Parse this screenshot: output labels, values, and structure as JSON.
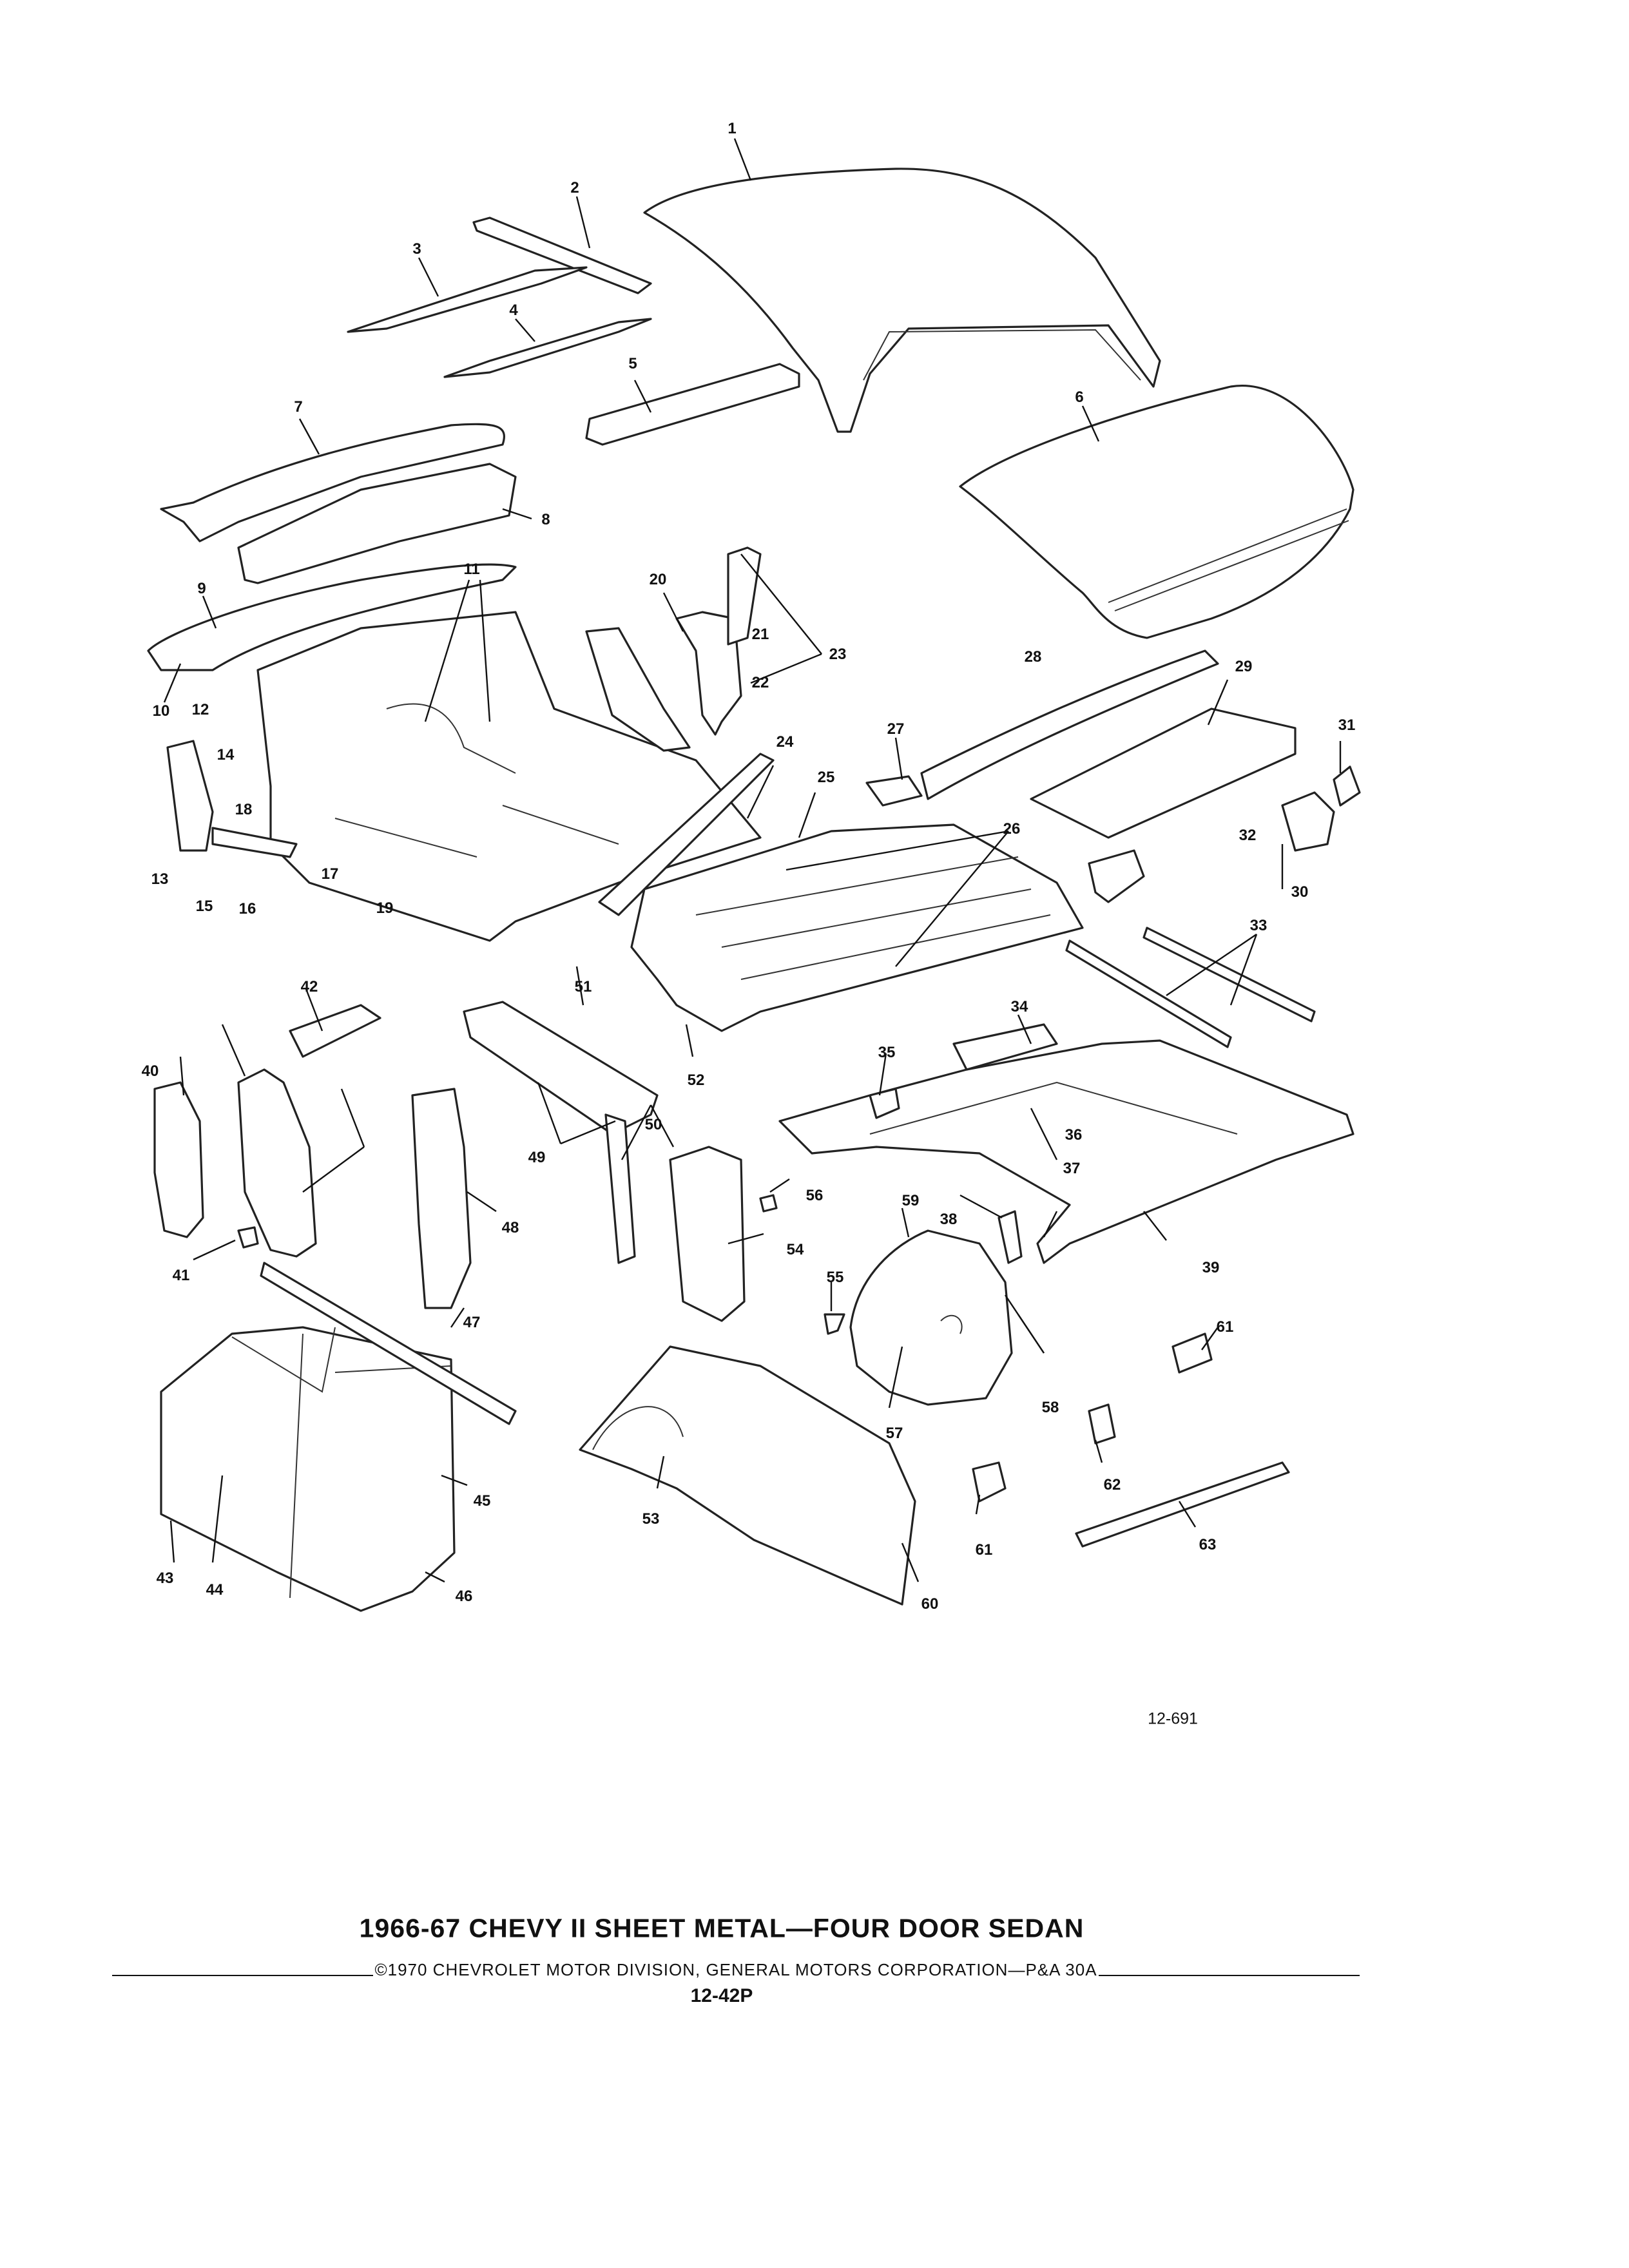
{
  "callouts": [
    "1",
    "2",
    "3",
    "4",
    "5",
    "6",
    "7",
    "8",
    "9",
    "10",
    "11",
    "12",
    "13",
    "14",
    "15",
    "16",
    "17",
    "18",
    "19",
    "20",
    "21",
    "22",
    "23",
    "24",
    "25",
    "26",
    "27",
    "28",
    "29",
    "30",
    "31",
    "32",
    "33",
    "34",
    "35",
    "36",
    "37",
    "38",
    "39",
    "40",
    "41",
    "42",
    "43",
    "44",
    "45",
    "46",
    "47",
    "48",
    "49",
    "50",
    "51",
    "52",
    "53",
    "54",
    "55",
    "56",
    "57",
    "58",
    "59",
    "60",
    "61",
    "62",
    "63"
  ],
  "figure_number": "12-691",
  "title": "1966-67 CHEVY II SHEET METAL—FOUR DOOR SEDAN",
  "copyright": "©1970 CHEVROLET MOTOR DIVISION, GENERAL MOTORS CORPORATION—P&A 30A",
  "page_number": "12-42P"
}
